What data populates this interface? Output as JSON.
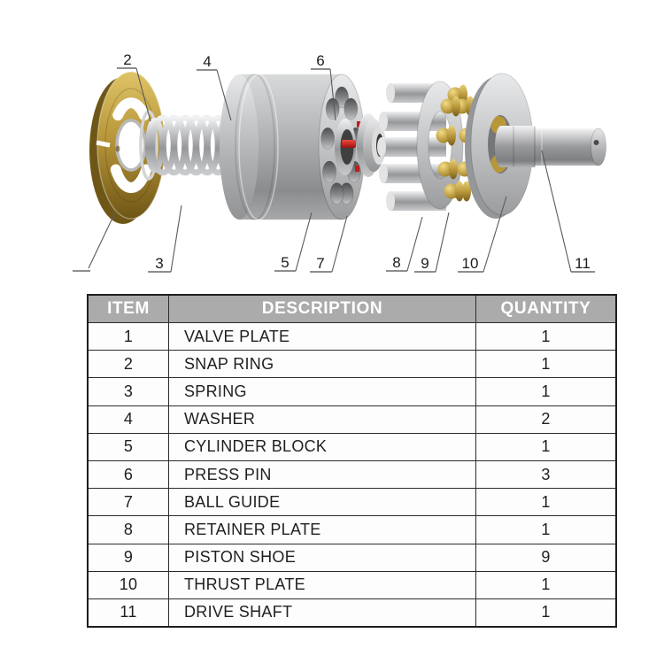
{
  "diagram": {
    "callouts": {
      "c2": "2",
      "c3": "3",
      "c4": "4",
      "c5": "5",
      "c6": "6",
      "c7": "7",
      "c8": "8",
      "c9": "9",
      "c10": "10",
      "c11": "11"
    }
  },
  "parts_table": {
    "headers": {
      "item": "ITEM",
      "description": "DESCRIPTION",
      "quantity": "QUANTITY"
    },
    "rows": [
      {
        "item": "1",
        "description": "VALVE PLATE",
        "quantity": "1"
      },
      {
        "item": "2",
        "description": "SNAP RING",
        "quantity": "1"
      },
      {
        "item": "3",
        "description": "SPRING",
        "quantity": "1"
      },
      {
        "item": "4",
        "description": "WASHER",
        "quantity": "2"
      },
      {
        "item": "5",
        "description": "CYLINDER BLOCK",
        "quantity": "1"
      },
      {
        "item": "6",
        "description": "PRESS PIN",
        "quantity": "3"
      },
      {
        "item": "7",
        "description": "BALL GUIDE",
        "quantity": "1"
      },
      {
        "item": "8",
        "description": "RETAINER PLATE",
        "quantity": "1"
      },
      {
        "item": "9",
        "description": "PISTON SHOE",
        "quantity": "9"
      },
      {
        "item": "10",
        "description": "THRUST PLATE",
        "quantity": "1"
      },
      {
        "item": "11",
        "description": "DRIVE SHAFT",
        "quantity": "1"
      }
    ]
  },
  "colors": {
    "table_header_bg": "#ababab",
    "table_header_text": "#ffffff",
    "table_border": "#2c2c2c",
    "brass_gold": "#b8963a",
    "steel_gray": "#a5a5a5",
    "press_pin_red": "#c42323",
    "background": "#ffffff"
  }
}
